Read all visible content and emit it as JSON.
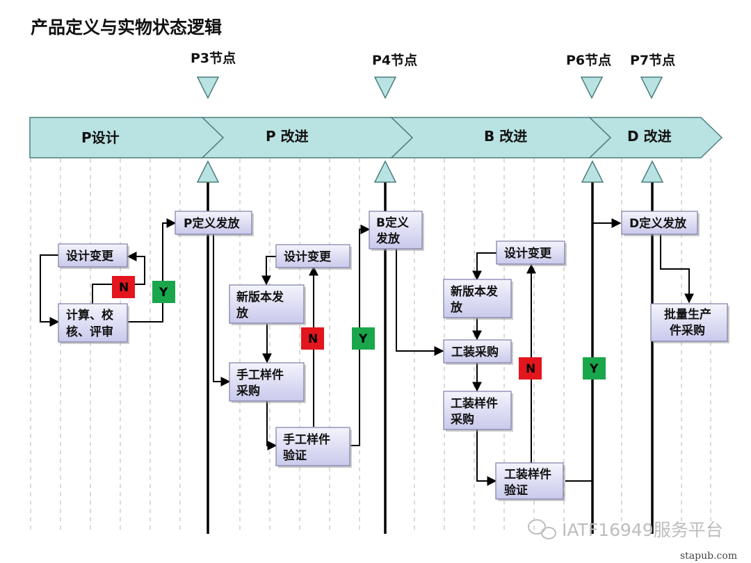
{
  "title": "产品定义与实物状态逻辑",
  "milestones": [
    {
      "id": "p3",
      "label": "P3节点"
    },
    {
      "id": "p4",
      "label": "P4节点"
    },
    {
      "id": "p6",
      "label": "P6节点"
    },
    {
      "id": "p7",
      "label": "P7节点"
    }
  ],
  "phases": [
    {
      "id": "p-design",
      "label": "P设计"
    },
    {
      "id": "p-improve",
      "label": "P 改进"
    },
    {
      "id": "b-improve",
      "label": "B 改进"
    },
    {
      "id": "d-improve",
      "label": "D 改进"
    }
  ],
  "boxes": {
    "design_change_1": [
      "设计变更"
    ],
    "calc_review": [
      "计算、校",
      "核、评审"
    ],
    "p_release": [
      "P定义发放"
    ],
    "design_change_2": [
      "设计变更"
    ],
    "new_version_1": [
      "新版本发",
      "放"
    ],
    "hand_sample_purchase": [
      "手工样件",
      "采购"
    ],
    "hand_sample_verify": [
      "手工样件",
      "验证"
    ],
    "b_release": [
      "B定义",
      "发放"
    ],
    "design_change_3": [
      "设计变更"
    ],
    "new_version_2": [
      "新版本发",
      "放"
    ],
    "tooling_purchase": [
      "工装采购"
    ],
    "tooling_sample_purchase": [
      "工装样件",
      "采购"
    ],
    "tooling_sample_verify": [
      "工装样件",
      "验证"
    ],
    "d_release": [
      "D定义发放"
    ],
    "mass_production": [
      "批量生产",
      "件采购"
    ]
  },
  "flags": {
    "n1": "N",
    "y1": "Y",
    "n2": "N",
    "y2": "Y",
    "n3": "N",
    "y3": "Y",
    "colors": {
      "N": "#e3161d",
      "Y": "#1aa64b"
    }
  },
  "watermark": {
    "text": "IATF16949服务平台",
    "site": "stapub.com"
  }
}
